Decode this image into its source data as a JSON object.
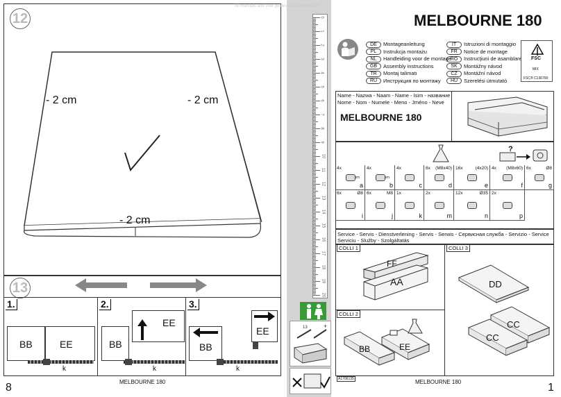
{
  "watermark": "All manuals and user guides at all-guides.com",
  "left_page": {
    "step12": {
      "number": "12",
      "label_left": "- 2 cm",
      "label_right": "- 2 cm",
      "label_bottom": "- 2 cm"
    },
    "step13": {
      "number": "13",
      "substeps": [
        {
          "num": "1.",
          "panel_a": "BB",
          "panel_b": "EE",
          "k": "k"
        },
        {
          "num": "2.",
          "panel_a": "BB",
          "panel_b": "EE",
          "k": "k"
        },
        {
          "num": "3.",
          "panel_a": "BB",
          "panel_b": "EE",
          "k": "k"
        }
      ]
    },
    "footer_title": "MELBOURNE 180",
    "page_number": "8"
  },
  "ruler": {
    "unit": "cm",
    "marks": [
      "0",
      "1",
      "2",
      "3",
      "4",
      "5",
      "6",
      "7",
      "8",
      "9",
      "10",
      "11",
      "12",
      "13",
      "14",
      "15",
      "16",
      "17",
      "18",
      "19",
      "20"
    ]
  },
  "right_page": {
    "title": "MELBOURNE 180",
    "languages_left": [
      {
        "code": "DE",
        "text": "Montageanleitung"
      },
      {
        "code": "PL",
        "text": "Instrukcja montażu"
      },
      {
        "code": "NL",
        "text": "Handleiding voor de montage"
      },
      {
        "code": "GB",
        "text": "Assembly instructions"
      },
      {
        "code": "TR",
        "text": "Montaj talimatı"
      },
      {
        "code": "RU",
        "text": "Инструкция по монтажу"
      }
    ],
    "languages_right": [
      {
        "code": "IT",
        "text": "Istruzioni di montaggio"
      },
      {
        "code": "FR",
        "text": "Notice de montage"
      },
      {
        "code": "RO",
        "text": "Instrucţiuni de asamblare"
      },
      {
        "code": "SK",
        "text": "Montážny návod"
      },
      {
        "code": "CZ",
        "text": "Montážní návod"
      },
      {
        "code": "HU",
        "text": "Szerelési útmutató"
      }
    ],
    "fsc": {
      "logo": "FSC",
      "mix": "MIX",
      "code": "FSC® C136790"
    },
    "name_line1": "Name - Nazwa - Naam - Name - Isim - название",
    "name_line2": "Nome - Nom - Numele - Meno - Jméno - Neve",
    "product_name": "MELBOURNE 180",
    "parts": [
      {
        "qty": "4x",
        "spec": "",
        "size": "70 mm",
        "letter": "a"
      },
      {
        "qty": "4x",
        "spec": "",
        "size": "70 mm",
        "letter": "b"
      },
      {
        "qty": "4x",
        "spec": "",
        "size": "",
        "letter": "c"
      },
      {
        "qty": "8x",
        "spec": "(M8x40)",
        "size": "",
        "letter": "d"
      },
      {
        "qty": "16x",
        "spec": "(4x20)",
        "size": "",
        "letter": "e"
      },
      {
        "qty": "4x",
        "spec": "(M8x60)",
        "size": "",
        "letter": "f"
      },
      {
        "qty": "6x",
        "spec": "Ø8",
        "size": "",
        "letter": "g"
      },
      {
        "qty": "6x",
        "spec": "Ø8",
        "size": "",
        "letter": "i"
      },
      {
        "qty": "6x",
        "spec": "M8",
        "size": "",
        "letter": "j"
      },
      {
        "qty": "1x",
        "spec": "",
        "size": "",
        "letter": "k"
      },
      {
        "qty": "2x",
        "spec": "",
        "size": "",
        "letter": "m"
      },
      {
        "qty": "12x",
        "spec": "Ø35",
        "size": "",
        "letter": "n"
      },
      {
        "qty": "2x",
        "spec": "",
        "size": "",
        "letter": "p"
      }
    ],
    "service_line1": "Service - Servis - Dienstverlening - Servis - Serwis - Сервисная служба - Servizio - Service",
    "service_line2": "Serviciu - Služby - Szolgáltatás",
    "colli": [
      {
        "label": "COLLI 1",
        "parts": [
          "FF",
          "AA"
        ]
      },
      {
        "label": "COLLI 2",
        "parts": [
          "BB",
          "EE"
        ]
      },
      {
        "label": "COLLI 3",
        "parts": [
          "DD",
          "CC",
          "CC"
        ]
      }
    ],
    "doc_code": "A1706135",
    "footer_title": "MELBOURNE 180",
    "page_number": "1"
  }
}
